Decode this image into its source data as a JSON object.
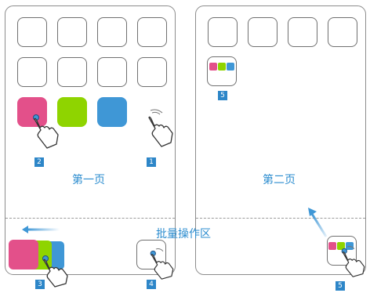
{
  "pages": {
    "left_label": "第一页",
    "right_label": "第二页"
  },
  "batch_area": {
    "label": "批量操作区"
  },
  "steps": [
    "1",
    "2",
    "3",
    "4",
    "5",
    "5"
  ],
  "colors": {
    "pink": "#e3508a",
    "green": "#8fd400",
    "blue": "#3f97d6",
    "accent": "#2b8ccf",
    "tile_border": "#707070"
  }
}
